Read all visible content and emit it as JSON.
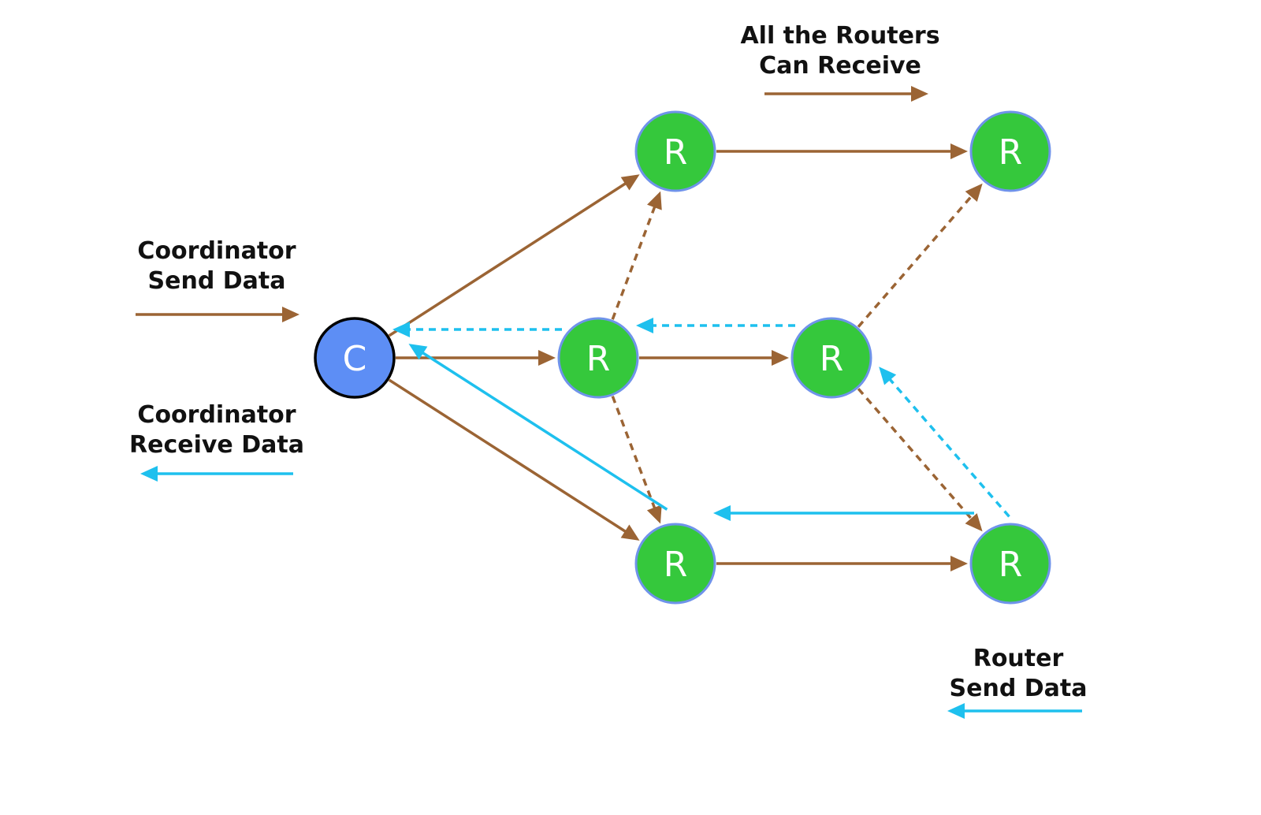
{
  "colors": {
    "send": "#9b6434",
    "receive": "#1ec0ee",
    "coordinator_fill": "#5d8ef5",
    "router_fill": "#35c83c",
    "router_stroke": "#6f93ea",
    "coordinator_stroke": "#000000"
  },
  "legend": {
    "coordinator_send": [
      "Coordinator",
      "Send Data"
    ],
    "coordinator_receive": [
      "Coordinator",
      "Receive Data"
    ],
    "all_routers": [
      "All the Routers",
      "Can Receive"
    ],
    "router_send": [
      "Router",
      "Send Data"
    ]
  },
  "nodes": [
    {
      "id": "c",
      "label": "C",
      "role": "coordinator"
    },
    {
      "id": "r1",
      "label": "R",
      "role": "router"
    },
    {
      "id": "r2",
      "label": "R",
      "role": "router"
    },
    {
      "id": "r3",
      "label": "R",
      "role": "router"
    },
    {
      "id": "r4",
      "label": "R",
      "role": "router"
    },
    {
      "id": "r5",
      "label": "R",
      "role": "router"
    },
    {
      "id": "r6",
      "label": "R",
      "role": "router"
    }
  ],
  "edges": [
    {
      "from": "c",
      "to": "r1",
      "kind": "send",
      "style": "solid"
    },
    {
      "from": "c",
      "to": "r3",
      "kind": "send",
      "style": "solid"
    },
    {
      "from": "c",
      "to": "r5",
      "kind": "send",
      "style": "solid"
    },
    {
      "from": "r1",
      "to": "r2",
      "kind": "send",
      "style": "solid"
    },
    {
      "from": "r3",
      "to": "r4",
      "kind": "send",
      "style": "solid"
    },
    {
      "from": "r5",
      "to": "r6",
      "kind": "send",
      "style": "solid"
    },
    {
      "from": "r3",
      "to": "r1",
      "kind": "send",
      "style": "dashed"
    },
    {
      "from": "r3",
      "to": "r5",
      "kind": "send",
      "style": "dashed"
    },
    {
      "from": "r4",
      "to": "r2",
      "kind": "send",
      "style": "dashed"
    },
    {
      "from": "r4",
      "to": "r6",
      "kind": "send",
      "style": "dashed"
    },
    {
      "from": "r3",
      "to": "c",
      "kind": "receive",
      "style": "dashed"
    },
    {
      "from": "r4",
      "to": "r3",
      "kind": "receive",
      "style": "dashed"
    },
    {
      "from": "r6",
      "to": "r4",
      "kind": "receive",
      "style": "dashed"
    },
    {
      "from": "r6",
      "to": "r5",
      "kind": "receive",
      "style": "solid"
    },
    {
      "from": "r5",
      "to": "c",
      "kind": "receive",
      "style": "solid"
    }
  ]
}
